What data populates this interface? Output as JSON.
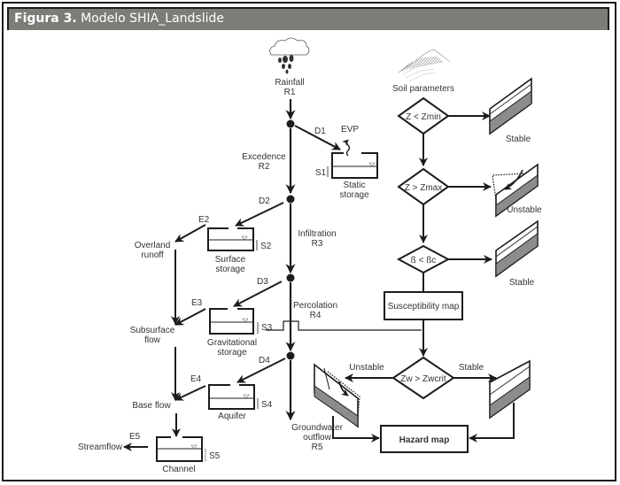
{
  "figure": {
    "label": "Figura 3.",
    "title": "Modelo SHIA_Landslide"
  },
  "colors": {
    "header_bg": "#7c7d78",
    "header_text": "#ffffff",
    "line": "#1c1c1c",
    "text": "#333333",
    "soil_fill": "#8c8c8c"
  },
  "hydrology": {
    "rainfall": {
      "label": "Rainfall",
      "flow": "R1"
    },
    "d1": "D1",
    "evp": "EVP",
    "static_storage": {
      "label_line1": "Static",
      "label_line2": "storage",
      "level": "S1"
    },
    "excedence": {
      "label": "Excedence",
      "flow": "R2"
    },
    "d2": "D2",
    "e2": "E2",
    "overland_runoff": {
      "line1": "Overland",
      "line2": "runoff"
    },
    "surface_storage": {
      "label_line1": "Surface",
      "label_line2": "storage",
      "level": "S2"
    },
    "infiltration": {
      "label": "Infiltration",
      "flow": "R3"
    },
    "d3": "D3",
    "e3": "E3",
    "subsurface_flow": {
      "line1": "Subsurface",
      "line2": "flow"
    },
    "gravitational_storage": {
      "label_line1": "Gravitational",
      "label_line2": "storage",
      "level": "S3"
    },
    "percolation": {
      "label": "Percolation",
      "flow": "R4"
    },
    "d4": "D4",
    "e4": "E4",
    "base_flow": "Base flow",
    "aquifer": {
      "label": "Aquifer",
      "level": "S4"
    },
    "groundwater_outflow": {
      "line1": "Groundwater",
      "line2": "outflow",
      "flow": "R5"
    },
    "e5": "E5",
    "streamflow": "Streamflow",
    "channel": {
      "label": "Channel",
      "level": "S5"
    }
  },
  "stability": {
    "soil_parameters": "Soil parameters",
    "decision1": "Z < Zmin",
    "result1": "Stable",
    "decision2": "Z > Zmax",
    "result2": "Unstable",
    "decision3": "ß < ßc",
    "result3": "Stable",
    "susceptibility_map": "Susceptibility map",
    "decision4": "Zw > Zwcrit",
    "result4_left": "Unstable",
    "result4_right": "Stable",
    "hazard_map": "Hazard map"
  }
}
